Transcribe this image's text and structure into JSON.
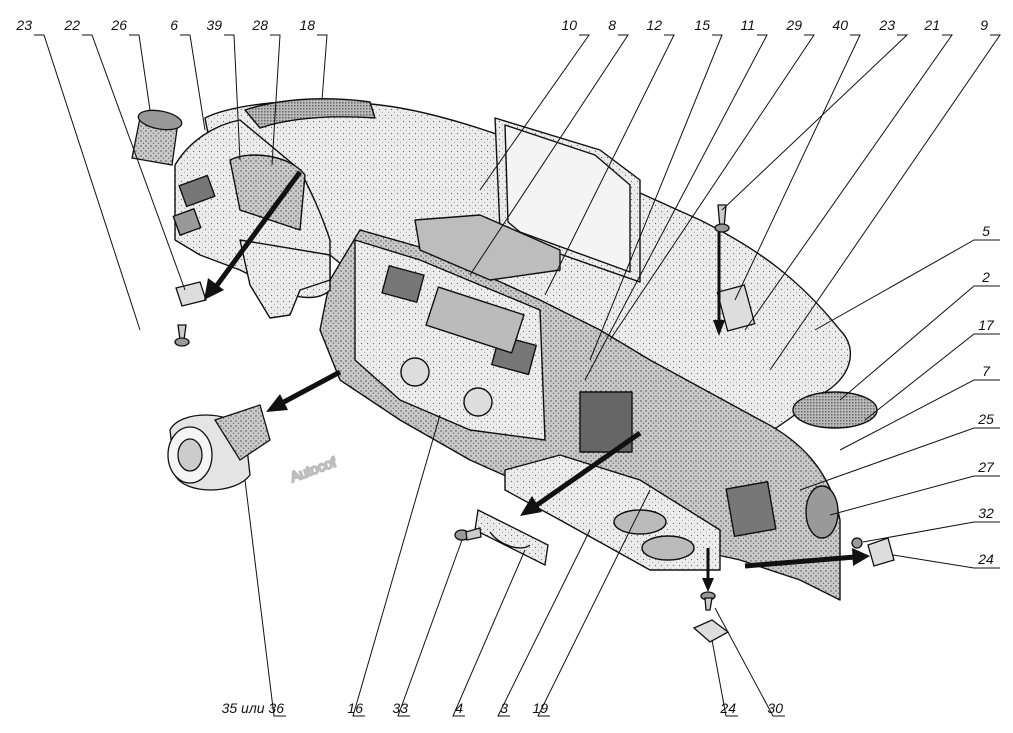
{
  "watermark": "Autocof",
  "callouts": {
    "top": [
      {
        "id": "c23a",
        "text": "23"
      },
      {
        "id": "c22",
        "text": "22"
      },
      {
        "id": "c26",
        "text": "26"
      },
      {
        "id": "c6",
        "text": "6"
      },
      {
        "id": "c39",
        "text": "39"
      },
      {
        "id": "c28",
        "text": "28"
      },
      {
        "id": "c18",
        "text": "18"
      },
      {
        "id": "c10",
        "text": "10"
      },
      {
        "id": "c8",
        "text": "8"
      },
      {
        "id": "c12",
        "text": "12"
      },
      {
        "id": "c15",
        "text": "15"
      },
      {
        "id": "c11",
        "text": "11"
      },
      {
        "id": "c29",
        "text": "29"
      },
      {
        "id": "c40",
        "text": "40"
      },
      {
        "id": "c23b",
        "text": "23"
      },
      {
        "id": "c21",
        "text": "21"
      },
      {
        "id": "c9",
        "text": "9"
      }
    ],
    "right": [
      {
        "id": "c5",
        "text": "5"
      },
      {
        "id": "c2",
        "text": "2"
      },
      {
        "id": "c17",
        "text": "17"
      },
      {
        "id": "c7",
        "text": "7"
      },
      {
        "id": "c25",
        "text": "25"
      },
      {
        "id": "c27",
        "text": "27"
      },
      {
        "id": "c32",
        "text": "32"
      },
      {
        "id": "c24a",
        "text": "24"
      }
    ],
    "bottom": [
      {
        "id": "c35",
        "text": "35 или 36"
      },
      {
        "id": "c16",
        "text": "16"
      },
      {
        "id": "c33",
        "text": "33"
      },
      {
        "id": "c4",
        "text": "4"
      },
      {
        "id": "c3",
        "text": "3"
      },
      {
        "id": "c19",
        "text": "19"
      },
      {
        "id": "c24b",
        "text": "24"
      },
      {
        "id": "c30",
        "text": "30"
      }
    ]
  },
  "colors": {
    "line": "#111111",
    "panel_fill": "#e9e9e9",
    "panel_shade": "#cfcfcf",
    "panel_dark": "#8a8a8a",
    "watermark": "#bdbdbd"
  }
}
